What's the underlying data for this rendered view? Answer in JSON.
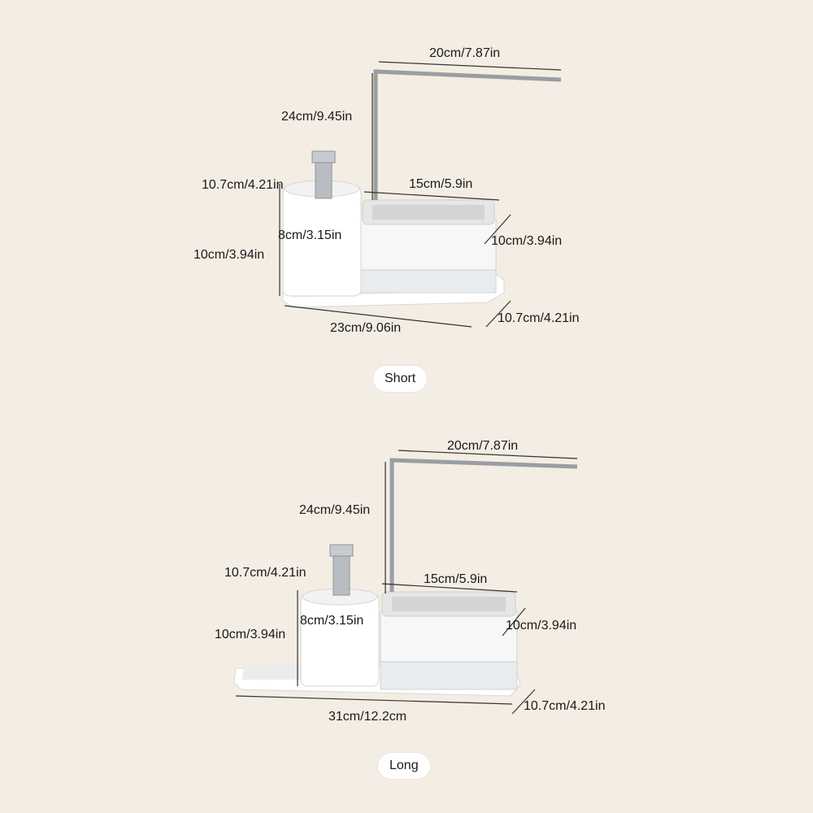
{
  "variants": [
    {
      "name": "Short",
      "dims": {
        "rail_width": "20cm/7.87in",
        "rail_height": "24cm/9.45in",
        "dispenser_height": "10.7cm/4.21in",
        "dispenser_width": "8cm/3.15in",
        "dispenser_body_height": "10cm/3.94in",
        "sponge_box_width": "15cm/5.9in",
        "sponge_box_height": "10cm/3.94in",
        "tray_depth": "10.7cm/4.21in",
        "tray_length": "23cm/9.06in"
      }
    },
    {
      "name": "Long",
      "dims": {
        "rail_width": "20cm/7.87in",
        "rail_height": "24cm/9.45in",
        "dispenser_height": "10.7cm/4.21in",
        "dispenser_width": "8cm/3.15in",
        "dispenser_body_height": "10cm/3.94in",
        "sponge_box_width": "15cm/5.9in",
        "sponge_box_height": "10cm/3.94in",
        "tray_depth": "10.7cm/4.21in",
        "tray_length": "31cm/12.2cm"
      }
    }
  ]
}
